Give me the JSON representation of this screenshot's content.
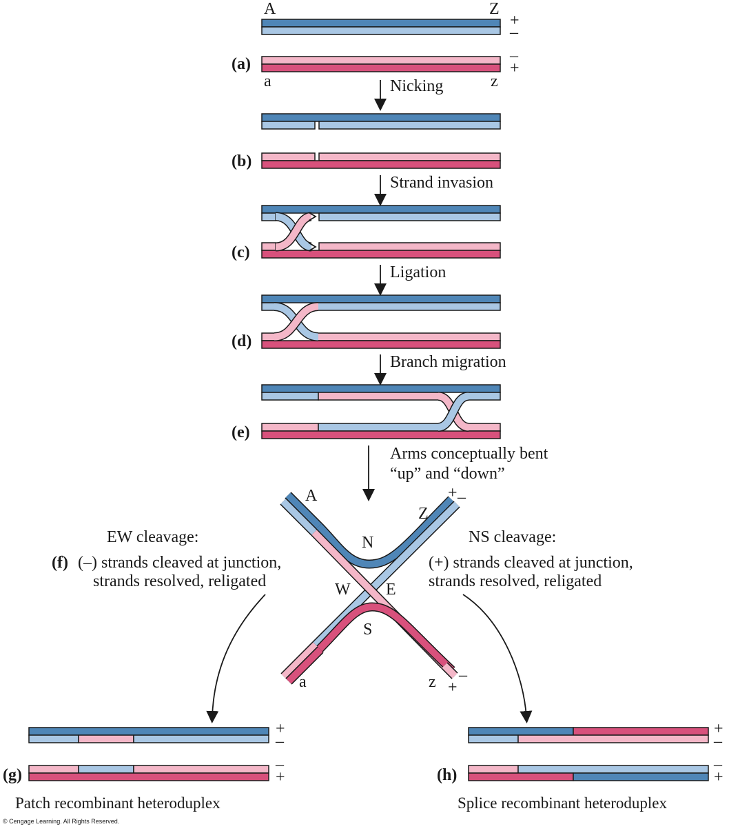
{
  "colors": {
    "dark_blue": "#4f86b7",
    "light_blue": "#a9c7e4",
    "dark_pink": "#d8517c",
    "light_pink": "#f4b7c8",
    "outline": "#1a1a1a"
  },
  "labels": {
    "end_A": "A",
    "end_Z": "Z",
    "end_a": "a",
    "end_z": "z",
    "plus": "+",
    "minus": "–",
    "step_a": "(a)",
    "step_b": "(b)",
    "step_c": "(c)",
    "step_d": "(d)",
    "step_e": "(e)",
    "step_f": "(f)",
    "step_g": "(g)",
    "step_h": "(h)",
    "nicking": "Nicking",
    "strand_invasion": "Strand invasion",
    "ligation": "Ligation",
    "branch_migration": "Branch migration",
    "arms_bent_1": "Arms conceptually bent",
    "arms_bent_2": "“up” and “down”",
    "N": "N",
    "S": "S",
    "W": "W",
    "E": "E",
    "ew_title": "EW cleavage:",
    "ew_line1": "(–) strands cleaved at junction,",
    "ew_line2": "strands resolved, religated",
    "ns_title": "NS cleavage:",
    "ns_line1": "(+) strands cleaved at junction,",
    "ns_line2": "strands resolved, religated",
    "patch": "Patch recombinant heteroduplex",
    "splice": "Splice recombinant heteroduplex",
    "copyright": "© Cengage Learning. All Rights Reserved."
  }
}
